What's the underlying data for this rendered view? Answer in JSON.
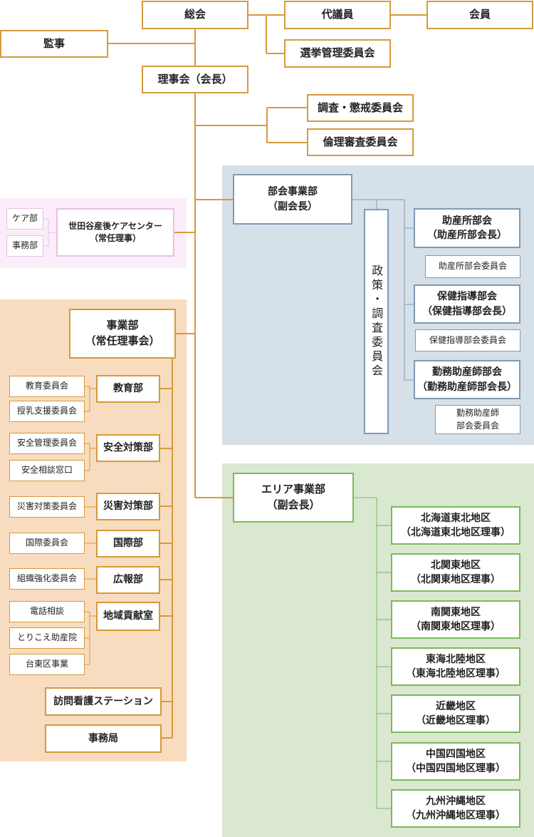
{
  "nodes": {
    "soukai": "総会",
    "daigiin": "代議員",
    "kaiin": "会員",
    "kanji": "監事",
    "senkyo": "選挙管理委員会",
    "rijikai": "理事会（会長）",
    "chousa_choukai": "調査・懲戒委員会",
    "rinri": "倫理審査委員会",
    "bukai": "部会事業部\n（副会長）",
    "seisaku": "政策・調査委員会",
    "josansho": "助産所部会\n（助産所部会長）",
    "josansho_iin": "助産所部会委員会",
    "hoken": "保健指導部会\n（保健指導部会長）",
    "hoken_iin": "保健指導部会委員会",
    "kinmu": "勤務助産師部会\n（勤務助産師部会長）",
    "kinmu_iin": "勤務助産師\n部会委員会",
    "setagaya": "世田谷産後ケアセンター\n（常任理事）",
    "care_bu": "ケア部",
    "jimu_bu": "事務部",
    "jigyo": "事業部\n（常任理事会）",
    "kyoiku_iin": "教育委員会",
    "junyu": "授乳支援委員会",
    "kyoiku": "教育部",
    "anzen_kanri": "安全管理委員会",
    "anzen_soudan": "安全相談窓口",
    "anzen": "安全対策部",
    "saigai_iin": "災害対策委員会",
    "saigai": "災害対策部",
    "kokusai_iin": "国際委員会",
    "kokusai": "国際部",
    "soshiki": "組織強化委員会",
    "kouhou": "広報部",
    "denwa": "電話相談",
    "torikoe": "とりこえ助産院",
    "taito": "台東区事業",
    "chiiki": "地域貢献室",
    "houmon": "訪問看護ステーション",
    "jimukyoku": "事務局",
    "area": "エリア事業部\n（副会長）",
    "hokkaido": "北海道東北地区\n（北海道東北地区理事）",
    "kitakanto": "北関東地区\n（北関東地区理事）",
    "minamikanto": "南関東地区\n（南関東地区理事）",
    "tokai": "東海北陸地区\n（東海北陸地区理事）",
    "kinki": "近畿地区\n（近畿地区理事）",
    "chugoku": "中国四国地区\n（中国四国地区理事）",
    "kyushu": "九州沖縄地区\n（九州沖縄地区理事）"
  },
  "colors": {
    "orange_line": "#d69a3a",
    "blue_line": "#7f9ab5",
    "green_line": "#7bba5c",
    "pink_line": "#e7c1e0",
    "blue_panel": "#d6e0e8",
    "green_panel": "#d9e8cf",
    "pink_panel": "#fbeefa",
    "peach_panel": "#f8dcc0"
  }
}
